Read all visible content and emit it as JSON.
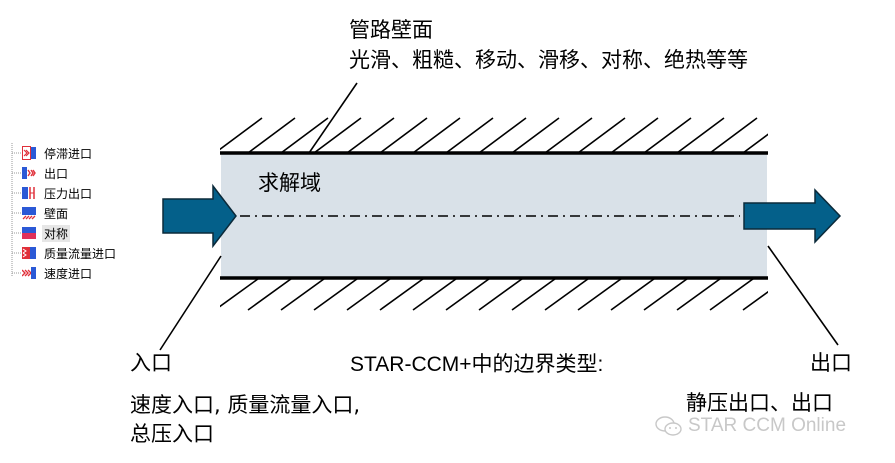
{
  "colors": {
    "arrow_fill": "#04608a",
    "domain_fill": "#d9e1e8",
    "wall": "#000000",
    "tree_blue": "#2b59d6",
    "tree_red": "#e0303a",
    "watermark": "#c8c8c8"
  },
  "boundary_tree": {
    "items": [
      {
        "label": "停滞进口",
        "icon": "stagnation-inlet-icon"
      },
      {
        "label": "出口",
        "icon": "outlet-icon"
      },
      {
        "label": "压力出口",
        "icon": "pressure-outlet-icon"
      },
      {
        "label": "壁面",
        "icon": "wall-icon"
      },
      {
        "label": "对称",
        "icon": "symmetry-icon",
        "selected": true
      },
      {
        "label": "质量流量进口",
        "icon": "mass-flow-inlet-icon"
      },
      {
        "label": "速度进口",
        "icon": "velocity-inlet-icon"
      }
    ]
  },
  "labels": {
    "wall_title": "管路壁面",
    "wall_types": "光滑、粗糙、移动、滑移、对称、绝热等等",
    "domain": "求解域",
    "inlet_title": "入口",
    "inlet_types_line1": "速度入口, 质量流量入口,",
    "inlet_types_line2": "总压入口",
    "caption": "STAR-CCM+中的边界类型:",
    "outlet_title": "出口",
    "outlet_types": "静压出口、出口"
  },
  "watermark": {
    "text": "STAR CCM Online",
    "icon": "wechat-icon"
  }
}
